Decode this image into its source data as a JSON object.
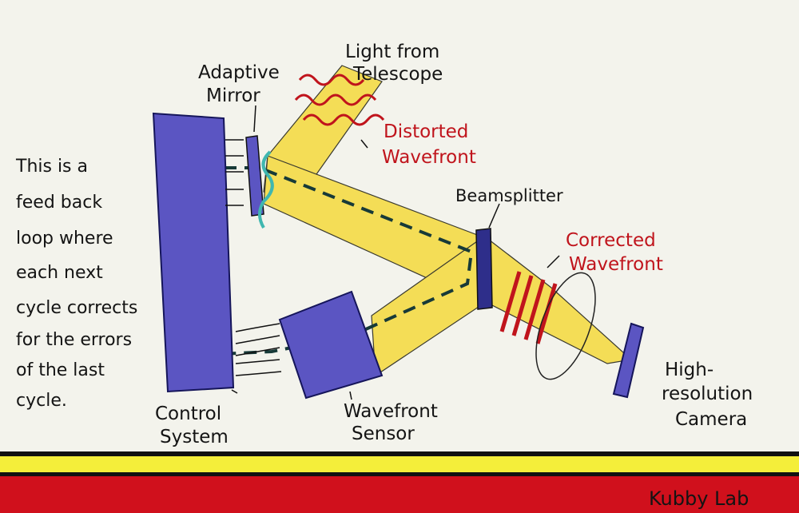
{
  "labels": {
    "adaptive_mirror": [
      "Adaptive",
      "Mirror"
    ],
    "light_from_telescope": [
      "Light from",
      "Telescope"
    ],
    "distorted_wavefront": [
      "Distorted",
      "Wavefront"
    ],
    "beamsplitter": "Beamsplitter",
    "corrected_wavefront": [
      "Corrected",
      "Wavefront"
    ],
    "control_system": [
      "Control",
      "System"
    ],
    "wavefront_sensor": [
      "Wavefront",
      "Sensor"
    ],
    "camera": [
      "High-",
      "resolution",
      "Camera"
    ]
  },
  "note": [
    "This is a",
    "feed back",
    "loop where",
    "each next",
    "cycle corrects",
    "for the errors",
    "of the last",
    "cycle."
  ],
  "signature": "Kubby Lab",
  "colors": {
    "paper": "#f3f3ec",
    "component_blue": "#5b55c2",
    "beam_yellow": "#f5dc4a",
    "wave_red": "#c0141c",
    "mirror_teal": "#3fb7b0",
    "footer_red": "#d0101c",
    "footer_yellow": "#f4ee3a"
  }
}
